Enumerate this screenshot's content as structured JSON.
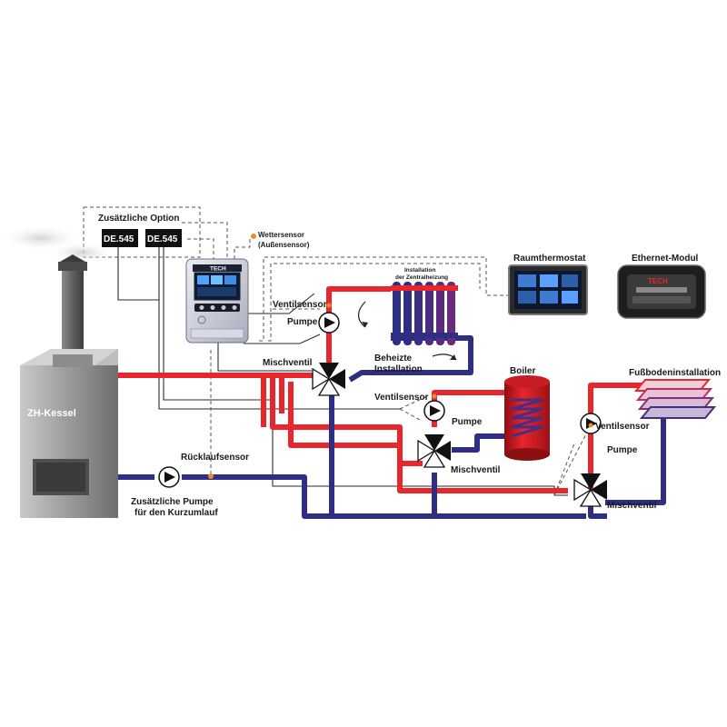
{
  "labels": {
    "optional": "Zusätzliche Option",
    "module1": "DE.545",
    "module2": "DE.545",
    "weather_sensor_1": "Wettersensor",
    "weather_sensor_2": "(Außensensor)",
    "central_heating_1": "Installation",
    "central_heating_2": "der Zentralheizung",
    "room_thermostat": "Raumthermostat",
    "ethernet_module": "Ethernet-Modul",
    "valve_sensor_1": "Ventilsensor",
    "pump_1": "Pumpe",
    "heated_1": "Beheizte",
    "heated_2": "Installation",
    "mixing_valve_1": "Mischventil",
    "boiler": "Boiler",
    "valve_sensor_2": "Ventilsensor",
    "pump_2": "Pumpe",
    "mixing_valve_2": "Mischventil",
    "floor_installation": "Fußbodeninstallation",
    "valve_sensor_3": "Ventilsensor",
    "pump_3": "Pumpe",
    "mixing_valve_3": "Mischventil",
    "boiler_main": "ZH-Kessel",
    "return_sensor": "Rücklaufsensor",
    "extra_pump_1": "Zusätzliche Pumpe",
    "extra_pump_2": "für den Kurzumlauf",
    "controller_brand": "TECH",
    "eth_brand": "TECH"
  },
  "colors": {
    "supply": "#e8262c",
    "return": "#2e2f84",
    "boiler_body": "#9d9d9d"
  }
}
